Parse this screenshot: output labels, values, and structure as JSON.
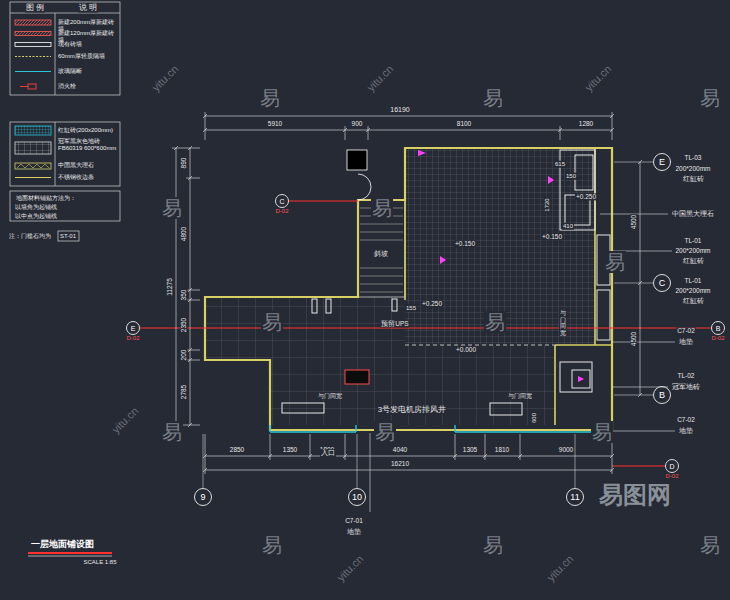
{
  "diagram": {
    "title": "一层地面铺设图",
    "nodes": [
      {
        "text": [
          "E"
        ]
      },
      {
        "text": [
          "C"
        ]
      },
      {
        "text": [
          "B"
        ]
      },
      {
        "text": [
          "9"
        ]
      },
      {
        "text": [
          "10"
        ]
      },
      {
        "text": [
          "11"
        ]
      },
      {
        "text": [
          "E",
          "D-02"
        ]
      },
      {
        "text": [
          "C",
          "D-02"
        ]
      },
      {
        "text": [
          "B",
          "D-02"
        ]
      },
      {
        "text": [
          "D",
          "D-02"
        ]
      }
    ],
    "labels": [
      "图 例",
      "说 明",
      "地面材料铺贴方法为：",
      "以墙角为起铺线",
      "以中点为起铺线",
      "注：门槛石均为",
      "ST-01",
      "16190",
      "5910",
      "900",
      "8100",
      "1280",
      "890",
      "4800",
      "11275",
      "350",
      "2350",
      "200",
      "2785",
      "4500",
      "4500",
      "2850",
      "1350",
      "1800",
      "4040",
      "1305",
      "1810",
      "9000",
      "16210",
      "斜坡",
      "+0.150",
      "+0.250",
      "+0.150",
      "+0.250",
      "+0.000",
      "预留UPS",
      "3号发电机房排风井",
      "与门同宽",
      "与门同宽",
      "与门同宽",
      "入口",
      "615",
      "150",
      "1720",
      "410",
      "155",
      "600",
      "TL-03",
      "200*200mm",
      "红缸砖",
      "中国黑大理石",
      "TL-01",
      "200*200mm",
      "红缸砖",
      "TL-01",
      "200*200mm",
      "红缸砖",
      "C7-02",
      "地垫",
      "TL-02",
      "冠军地砖",
      "C7-02",
      "地垫",
      "C7-01",
      "地垫",
      "SCALE 1:85",
      "易",
      "易",
      "易",
      "易",
      "易",
      "易",
      "易",
      "易",
      "易",
      "易",
      "易",
      "易",
      "易",
      "易",
      "yitu.cn",
      "yitu.cn",
      "yitu.cn",
      "yitu.cn",
      "yitu.cn",
      "yitu.cn",
      "易图网"
    ],
    "legend": [
      {
        "text": "新建200mm厚新建砖墙"
      },
      {
        "text": "新建120mm厚新建砖墙"
      },
      {
        "text": "现有砖墙"
      },
      {
        "text": "60mm厚轻质隔墙"
      },
      {
        "text": "玻璃隔断"
      },
      {
        "text": "消火栓"
      },
      {
        "text": "红缸砖(200x200mm)"
      },
      {
        "text": "冠军黑灰色地砖 FB60319 600*600mm"
      },
      {
        "text": "中国黑大理石"
      },
      {
        "text": "不锈钢收边条"
      }
    ]
  }
}
